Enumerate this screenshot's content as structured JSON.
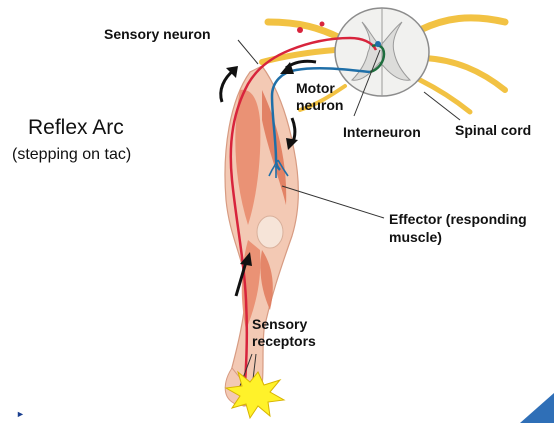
{
  "title": "Reflex Arc",
  "subtitle": "(stepping on tac)",
  "labels": {
    "sensory_neuron": "Sensory neuron",
    "motor_neuron_1": "Motor",
    "motor_neuron_2": "neuron",
    "interneuron": "Interneuron",
    "spinal_cord": "Spinal cord",
    "effector_1": "Effector (responding",
    "effector_2": "muscle)",
    "sensory_receptors_1": "Sensory",
    "sensory_receptors_2": "receptors"
  },
  "colors": {
    "sensory_neuron": "#d8243c",
    "motor_neuron": "#1f6fa8",
    "interneuron": "#1e6e3e",
    "muscle": "#e98c6e",
    "nerves": "#f2c243",
    "star": "#fff22a"
  }
}
